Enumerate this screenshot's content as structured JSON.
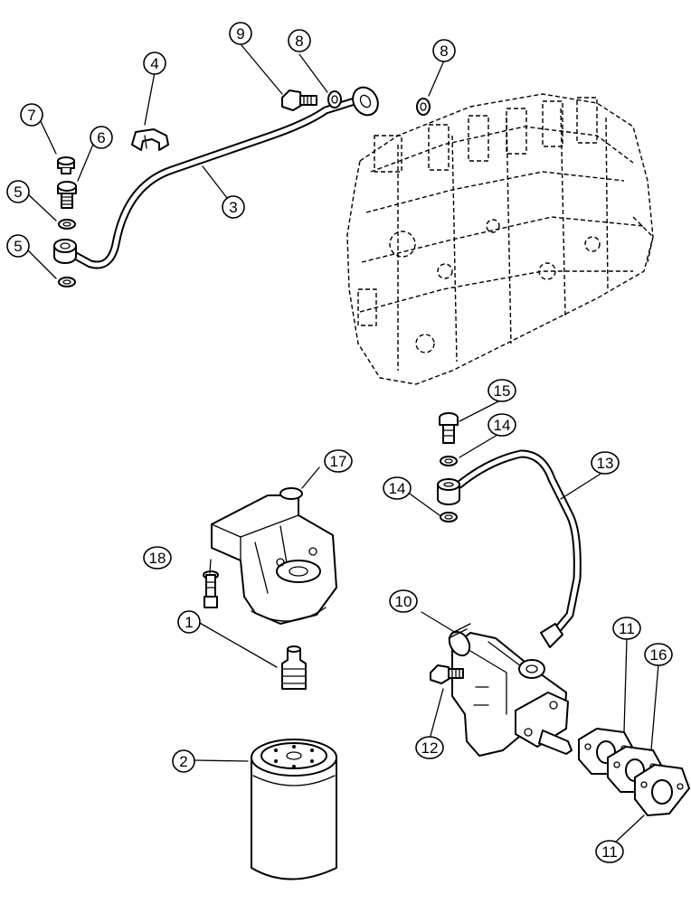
{
  "callouts": [
    {
      "id": "c1",
      "label": "1"
    },
    {
      "id": "c2",
      "label": "2"
    },
    {
      "id": "c3",
      "label": "3"
    },
    {
      "id": "c4",
      "label": "4"
    },
    {
      "id": "c5a",
      "label": "5"
    },
    {
      "id": "c5b",
      "label": "5"
    },
    {
      "id": "c6",
      "label": "6"
    },
    {
      "id": "c7",
      "label": "7"
    },
    {
      "id": "c8a",
      "label": "8"
    },
    {
      "id": "c8b",
      "label": "8"
    },
    {
      "id": "c9",
      "label": "9"
    },
    {
      "id": "c10",
      "label": "10"
    },
    {
      "id": "c11a",
      "label": "11"
    },
    {
      "id": "c11b",
      "label": "11"
    },
    {
      "id": "c12",
      "label": "12"
    },
    {
      "id": "c13",
      "label": "13"
    },
    {
      "id": "c14a",
      "label": "14"
    },
    {
      "id": "c14b",
      "label": "14"
    },
    {
      "id": "c15",
      "label": "15"
    },
    {
      "id": "c16",
      "label": "16"
    },
    {
      "id": "c17",
      "label": "17"
    },
    {
      "id": "c18",
      "label": "18"
    }
  ]
}
